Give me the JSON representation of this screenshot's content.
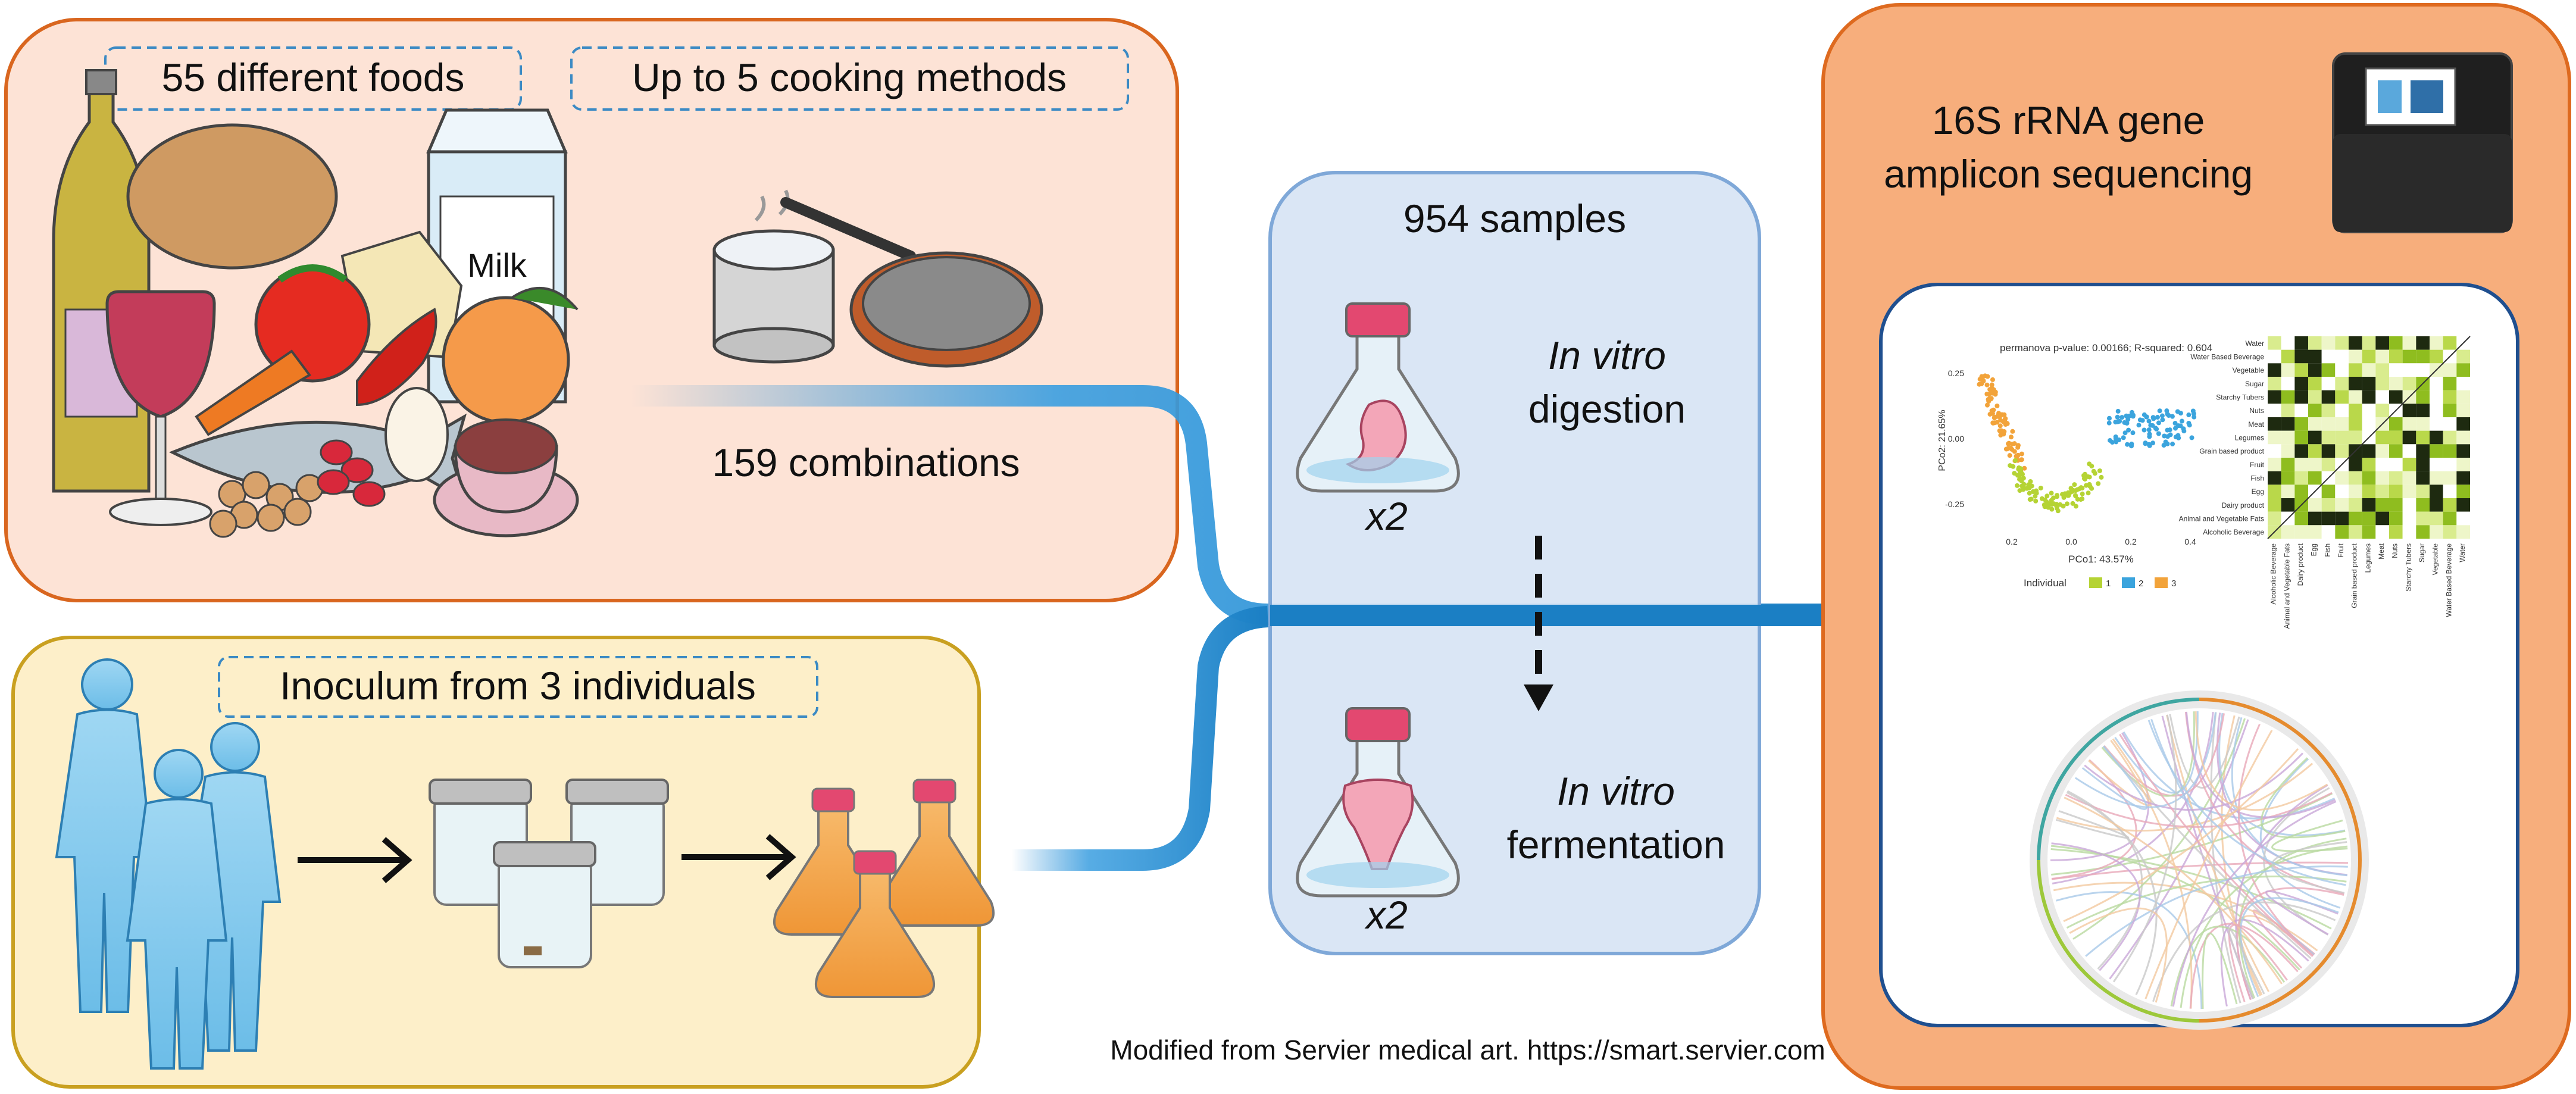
{
  "foods_panel": {
    "tag_foods": "55 different foods",
    "tag_methods": "Up to 5 cooking methods",
    "milk_label": "Milk",
    "combinations": "159 combinations"
  },
  "inoculum_panel": {
    "tag": "Inoculum from 3 individuals"
  },
  "samples_panel": {
    "title": "954 samples",
    "digestion_line1": "In vitro",
    "digestion_line2": "digestion",
    "digestion_mult": "x2",
    "fermentation_line1": "In vitro",
    "fermentation_line2": "fermentation",
    "fermentation_mult": "x2"
  },
  "sequencing_panel": {
    "title_line1": "16S rRNA gene",
    "title_line2": "amplicon sequencing",
    "pca_title": "permanova p-value: 0.00166; R-squared: 0.604",
    "pca_xlabel": "PCo1: 43.57%",
    "pca_ylabel": "PCo2: 21.65%",
    "pca_yticks": [
      "0.25",
      "0.00",
      "-0.25"
    ],
    "pca_xticks": [
      "0.2",
      "0.0",
      "0.2",
      "0.4"
    ],
    "legend_title": "Individual",
    "legend_items": [
      {
        "label": "1",
        "color": "#b5d334"
      },
      {
        "label": "2",
        "color": "#3ba4dd"
      },
      {
        "label": "3",
        "color": "#f2a33a"
      }
    ],
    "heatmap_labels": [
      "Water",
      "Water Based Beverage",
      "Vegetable",
      "Sugar",
      "Starchy Tubers",
      "Nuts",
      "Meat",
      "Legumes",
      "Grain based product",
      "Fruit",
      "Fish",
      "Egg",
      "Dairy product",
      "Animal and Vegetable Fats",
      "Alcoholic Beverage"
    ]
  },
  "credit": "Modified from Servier medical art. https://smart.servier.com",
  "colors": {
    "foods_bg": "#fde3d6",
    "foods_border": "#d9661f",
    "inoculum_bg": "#fdefc9",
    "inoculum_border": "#c9a020",
    "samples_bg": "#d7e4f4",
    "samples_border": "#7fa8d8",
    "sequencing_bg": "#f7ae7c",
    "sequencing_border": "#de6a1f",
    "arrow": "#1b7fc4"
  }
}
